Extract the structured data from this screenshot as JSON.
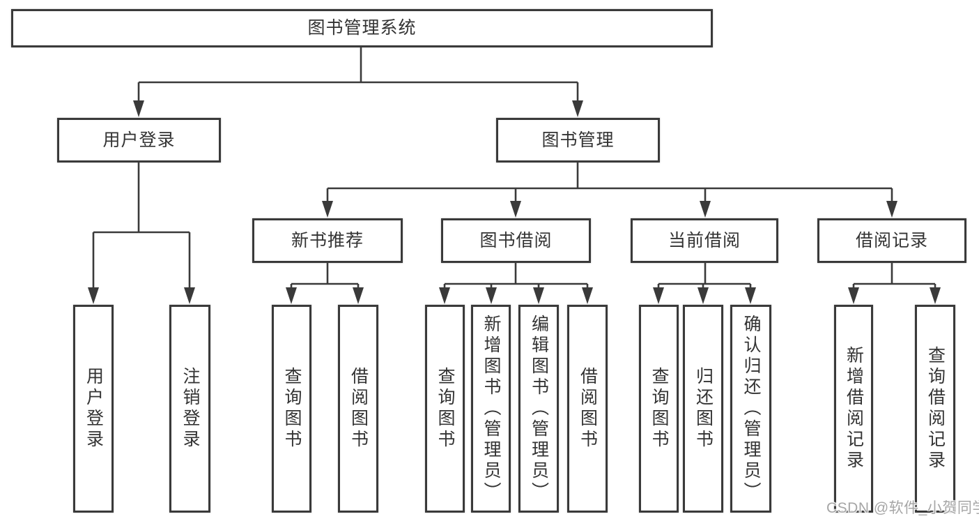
{
  "diagram": {
    "root": {
      "label": "图书管理系统"
    },
    "level2": [
      {
        "label": "用户登录"
      },
      {
        "label": "图书管理"
      }
    ],
    "level3": [
      {
        "label": "新书推荐",
        "parent": "图书管理"
      },
      {
        "label": "图书借阅",
        "parent": "图书管理"
      },
      {
        "label": "当前借阅",
        "parent": "图书管理"
      },
      {
        "label": "借阅记录",
        "parent": "图书管理"
      }
    ],
    "leaves": [
      {
        "label": "用户登录",
        "parent": "用户登录"
      },
      {
        "label": "注销登录",
        "parent": "用户登录"
      },
      {
        "label": "查询图书",
        "parent": "新书推荐"
      },
      {
        "label": "借阅图书",
        "parent": "新书推荐"
      },
      {
        "label": "查询图书",
        "parent": "图书借阅"
      },
      {
        "label": "新增图书（管理员）",
        "parent": "图书借阅"
      },
      {
        "label": "编辑图书（管理员）",
        "parent": "图书借阅"
      },
      {
        "label": "借阅图书",
        "parent": "图书借阅"
      },
      {
        "label": "查询图书",
        "parent": "当前借阅"
      },
      {
        "label": "归还图书",
        "parent": "当前借阅"
      },
      {
        "label": "确认归还（管理员）",
        "parent": "当前借阅"
      },
      {
        "label": "新增借阅记录",
        "parent": "借阅记录"
      },
      {
        "label": "查询借阅记录",
        "parent": "借阅记录"
      }
    ]
  },
  "watermark": {
    "text": "CSDN @软件_小贺同学"
  },
  "colors": {
    "background": "#ffffff",
    "line": "#3a3a3a",
    "box_border": "#3a3a3a",
    "text": "#333333",
    "watermark": "#a6a6a6"
  }
}
